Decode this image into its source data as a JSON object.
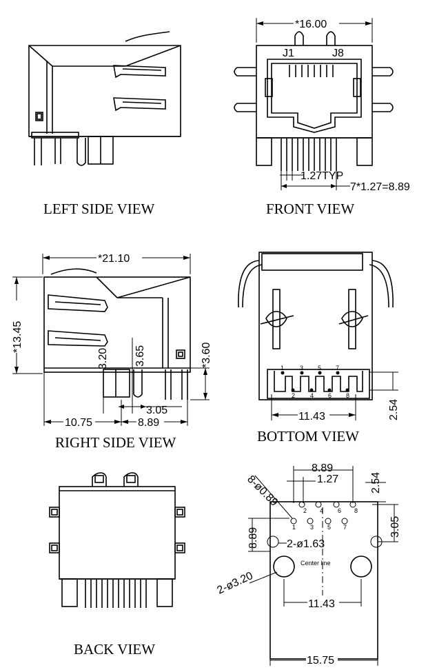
{
  "titles": {
    "left_side": "LEFT SIDE VIEW",
    "front": "FRONT VIEW",
    "right_side": "RIGHT SIDE VIEW",
    "bottom": "BOTTOM VIEW",
    "back": "BACK VIEW"
  },
  "front_view": {
    "width_dim": "*16.00",
    "j1": "J1",
    "j8": "J8",
    "pitch": "1.27TYP",
    "span": "7*1.27=8.89"
  },
  "right_side_view": {
    "length": "*21.10",
    "height": "*13.45",
    "d320": "3.20",
    "d365": "3.65",
    "d360": "*3.60",
    "d305": "3.05",
    "d1075": "10.75",
    "d889": "8.89"
  },
  "bottom_view": {
    "pins": [
      "1",
      "2",
      "3",
      "4",
      "5",
      "6",
      "7",
      "8"
    ],
    "span": "11.43",
    "d254": "2.54"
  },
  "footprint": {
    "top889": "8.89",
    "top127": "1.27",
    "d254": "2.54",
    "holes": "8-ø0.89",
    "pins": [
      "1",
      "2",
      "3",
      "4",
      "5",
      "6",
      "7",
      "8"
    ],
    "left889": "8.89",
    "right305": "3.05",
    "peg": "2-ø1.63",
    "center": "Center line",
    "mount": "2-ø3.20",
    "span1143": "11.43",
    "span1575": "15.75"
  }
}
